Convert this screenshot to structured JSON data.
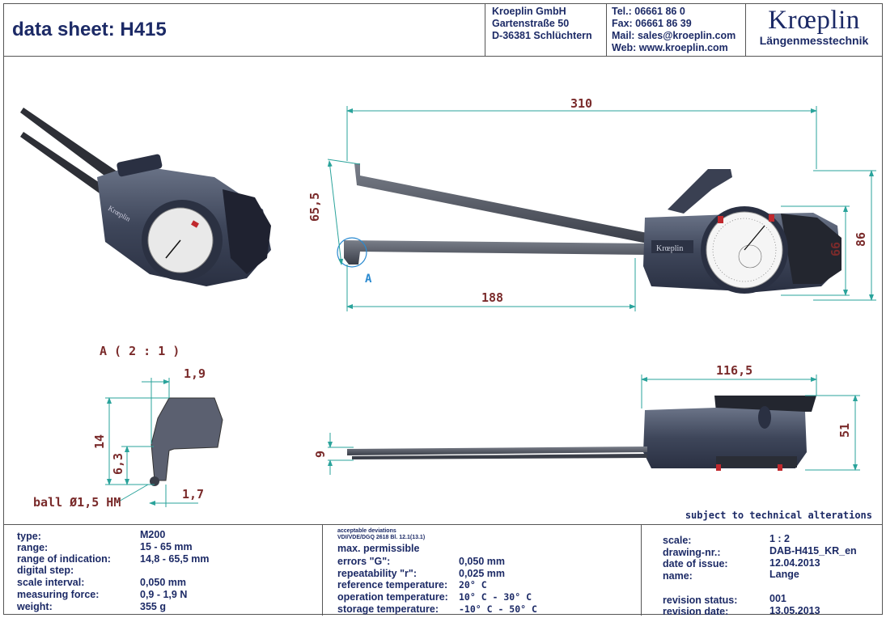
{
  "header": {
    "title": "data sheet:  H415",
    "address": [
      "Kroeplin GmbH",
      "Gartenstraße 50",
      "D-36381 Schlüchtern"
    ],
    "contact": [
      "Tel.:  06661 86 0",
      "Fax:  06661 86 39",
      "Mail: sales@kroeplin.com",
      "Web: www.kroeplin.com"
    ],
    "logo_main": "Krœplin",
    "logo_sub": "Längenmesstechnik"
  },
  "drawing": {
    "dims": {
      "d310": "310",
      "d65_5": "65,5",
      "d188": "188",
      "d66": "66",
      "d86": "86",
      "d116_5": "116,5",
      "d51": "51",
      "d9": "9",
      "d1_9": "1,9",
      "d14": "14",
      "d6_3": "6,3",
      "d1_7": "1,7"
    },
    "detail_label": "A",
    "detail_title": "A ( 2 : 1 )",
    "ball_label": "ball Ø1,5 HM",
    "instrument_brand": "Krœplin",
    "note": "subject to technical alterations"
  },
  "specs": {
    "labels": [
      "type:",
      "range:",
      "range of indication:",
      "digital step:",
      "scale interval:",
      "measuring force:",
      "weight:"
    ],
    "values": [
      "M200",
      "15 - 65 mm",
      "14,8 - 65,5 mm",
      "",
      "0,050 mm",
      "0,9 - 1,9 N",
      "355 g"
    ]
  },
  "deviations": {
    "small_header": [
      "acceptable deviations",
      "VDI/VDE/DGQ 2618 Bl. 12.1(13.1)"
    ],
    "heading": "max. permissible",
    "labels": [
      "errors \"G\":",
      "repeatability \"r\":",
      "reference temperature:",
      "operation temperature:",
      "storage temperature:"
    ],
    "values": [
      "0,050 mm",
      "0,025 mm",
      "20° C",
      "10° C - 30° C",
      "-10° C - 50° C"
    ]
  },
  "info": {
    "labels": [
      "scale:",
      "drawing-nr.:",
      "date of issue:",
      "name:",
      "revision status:",
      "revision date:"
    ],
    "values": [
      "1 : 2",
      "DAB-H415_KR_en",
      "12.04.2013",
      "Lange",
      "001",
      "13.05.2013"
    ]
  },
  "colors": {
    "brand": "#1c2a66",
    "dimension": "#7a2b2b",
    "dimension_line": "#2aa39b",
    "body": "#3b4356"
  }
}
